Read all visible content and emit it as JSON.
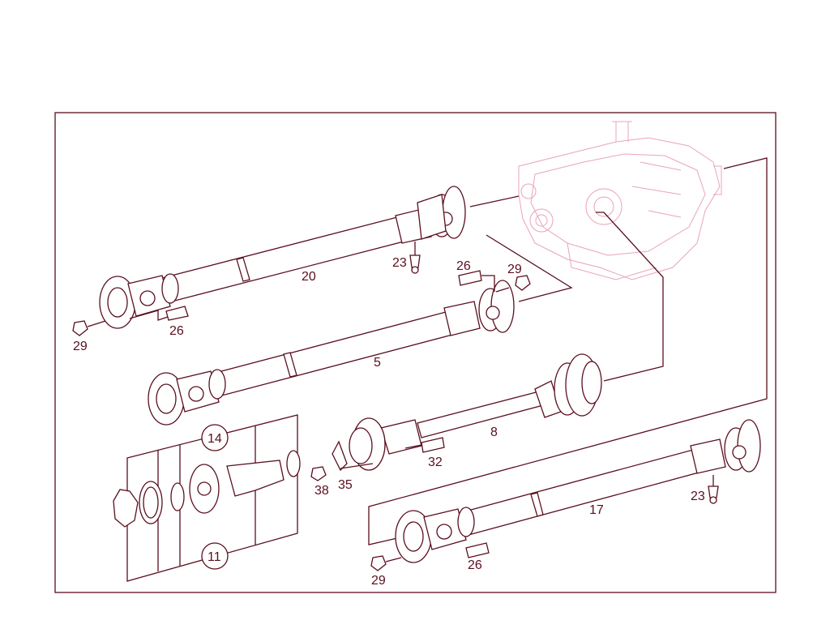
{
  "diagram": {
    "colors": {
      "line": "#5a0f1e",
      "ghost": "#e9a4b8",
      "background": "#ffffff"
    },
    "callouts": {
      "c20": "20",
      "c23a": "23",
      "c26a": "26",
      "c29a": "29",
      "c26b": "26",
      "c29b": "29",
      "c5": "5",
      "c8": "8",
      "c32": "32",
      "c14": "14",
      "c11": "11",
      "c38": "38",
      "c35": "35",
      "c17": "17",
      "c23b": "23",
      "c26c": "26",
      "c29c": "29"
    }
  }
}
